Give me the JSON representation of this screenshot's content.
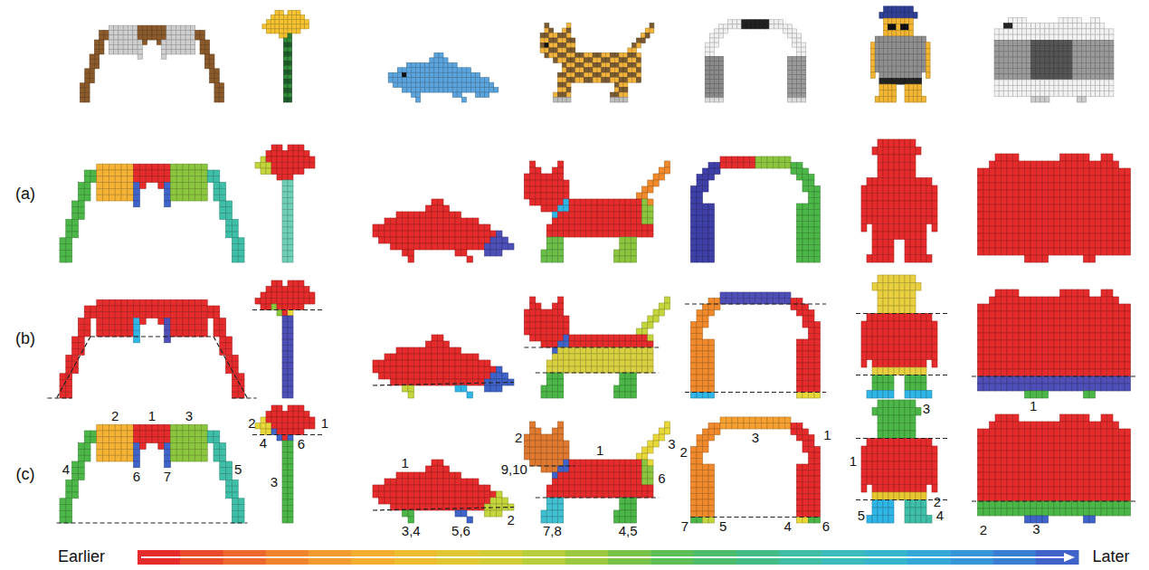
{
  "diagram": {
    "labels": [
      "(a)",
      "(b)",
      "(c)",
      "2",
      "1",
      "3",
      "4",
      "5",
      "6",
      "7",
      "2",
      "1",
      "4",
      "6",
      "3",
      "1",
      "3,4",
      "5,6",
      "2",
      "2",
      "1",
      "3",
      "9,10",
      "6",
      "7,8",
      "4,5",
      "2",
      "3",
      "1",
      "7",
      "5",
      "4",
      "6",
      "3",
      "1",
      "2",
      "5",
      "4",
      "1",
      "2",
      "3",
      "Earlier",
      "Later"
    ]
  }
}
